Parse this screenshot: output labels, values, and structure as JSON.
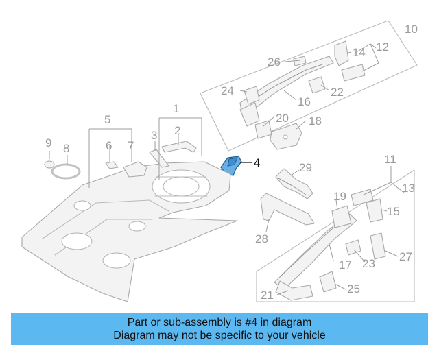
{
  "diagram": {
    "callouts": {
      "c1": "1",
      "c2": "2",
      "c3": "3",
      "c4": "4",
      "c5": "5",
      "c6": "6",
      "c7": "7",
      "c8": "8",
      "c9": "9",
      "c10": "10",
      "c11": "11",
      "c12": "12",
      "c13": "13",
      "c14": "14",
      "c15": "15",
      "c16": "16",
      "c17": "17",
      "c18": "18",
      "c19": "19",
      "c20": "20",
      "c21": "21",
      "c22": "22",
      "c23": "23",
      "c24": "24",
      "c25": "25",
      "c26": "26",
      "c27": "27",
      "c28": "28",
      "c29": "29"
    },
    "highlighted_part": "4",
    "colors": {
      "highlight": "#6aaee4",
      "line": "#b9b9b9",
      "banner": "#5bb8f0"
    }
  },
  "banner": {
    "line1": "Part or sub-assembly is #4 in diagram",
    "line2": "Diagram may not be specific to your vehicle"
  }
}
